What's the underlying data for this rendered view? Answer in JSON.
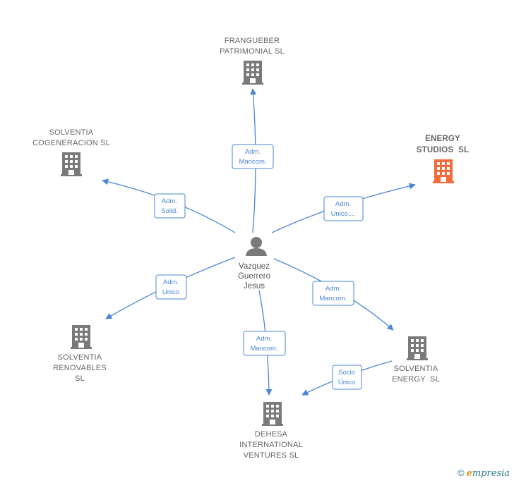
{
  "center": {
    "name_lines": [
      "Vazquez",
      "Guerrero",
      "Jesus"
    ],
    "icon": "person-icon"
  },
  "nodes": [
    {
      "id": "frangueber",
      "lines": [
        "FRANGUEBER",
        "PATRIMONIAL SL"
      ],
      "icon": "building-icon",
      "color": "#7a7a7a"
    },
    {
      "id": "cogeneracion",
      "lines": [
        "SOLVENTIA",
        "COGENERACION SL"
      ],
      "icon": "building-icon",
      "color": "#7a7a7a"
    },
    {
      "id": "energy-studios",
      "lines": [
        "ENERGY",
        "STUDIOS  SL"
      ],
      "icon": "building-icon",
      "color": "#f26b3a",
      "focus": true
    },
    {
      "id": "renovables",
      "lines": [
        "SOLVENTIA",
        "RENOVABLES",
        "SL"
      ],
      "icon": "building-icon",
      "color": "#7a7a7a"
    },
    {
      "id": "dehesa",
      "lines": [
        "DEHESA",
        "INTERNATIONAL",
        "VENTURES SL"
      ],
      "icon": "building-icon",
      "color": "#7a7a7a"
    },
    {
      "id": "solventia-energy",
      "lines": [
        "SOLVENTIA",
        "ENERGY  SL"
      ],
      "icon": "building-icon",
      "color": "#7a7a7a"
    }
  ],
  "edges": [
    {
      "id": "to-frangueber",
      "label": [
        "Adm.",
        "Mancom."
      ]
    },
    {
      "id": "to-cogeneracion",
      "label": [
        "Adm.",
        "Solid."
      ]
    },
    {
      "id": "to-energy-studios",
      "label": [
        "Adm.",
        "Unico,..."
      ]
    },
    {
      "id": "to-renovables",
      "label": [
        "Adm.",
        "Unico"
      ]
    },
    {
      "id": "to-dehesa",
      "label": [
        "Adm.",
        "Mancom."
      ]
    },
    {
      "id": "to-solventia-energy",
      "label": [
        "Adm.",
        "Mancom."
      ]
    },
    {
      "id": "energy-to-dehesa",
      "label": [
        "Socio",
        "Único"
      ]
    }
  ],
  "brand": {
    "copyright": "©",
    "e": "e",
    "rest": "mpresia"
  }
}
